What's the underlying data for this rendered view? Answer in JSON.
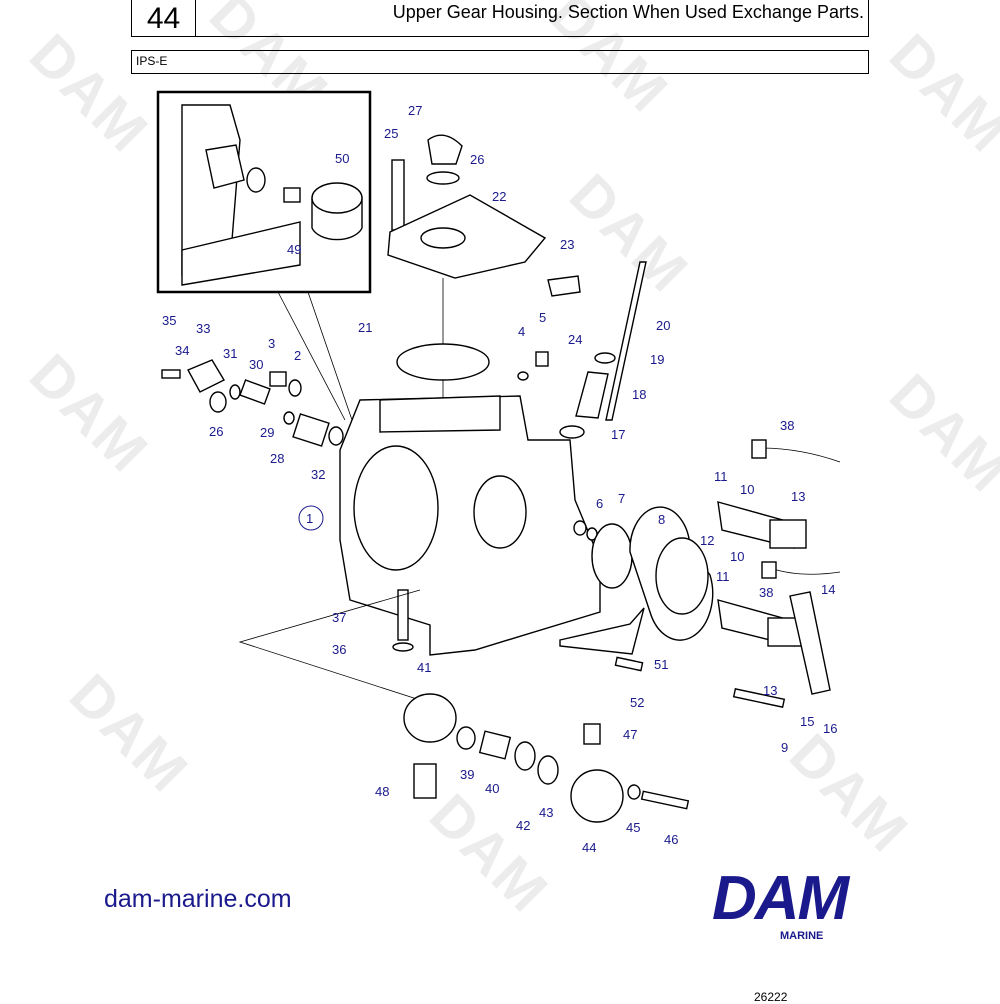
{
  "header": {
    "page_number": "44",
    "title": "Upper Gear Housing. Section When Used Exchange Parts."
  },
  "model": "IPS-E",
  "watermark_text": "DAM",
  "footer": {
    "website": "dam-marine.com",
    "logo_wordmark": "DAM",
    "logo_sub": "MARINE",
    "drawing_number": "26222"
  },
  "colors": {
    "callout": "#1a1a8c",
    "watermark": "#ececec"
  },
  "callouts": [
    "1",
    "2",
    "3",
    "4",
    "5",
    "6",
    "7",
    "8",
    "9",
    "10",
    "10",
    "11",
    "11",
    "12",
    "13",
    "13",
    "14",
    "15",
    "16",
    "17",
    "18",
    "19",
    "20",
    "21",
    "22",
    "23",
    "24",
    "25",
    "26",
    "26",
    "27",
    "28",
    "29",
    "30",
    "31",
    "32",
    "33",
    "34",
    "35",
    "36",
    "37",
    "38",
    "38",
    "39",
    "40",
    "41",
    "42",
    "43",
    "44",
    "45",
    "46",
    "47",
    "48",
    "49",
    "50",
    "51",
    "52"
  ]
}
